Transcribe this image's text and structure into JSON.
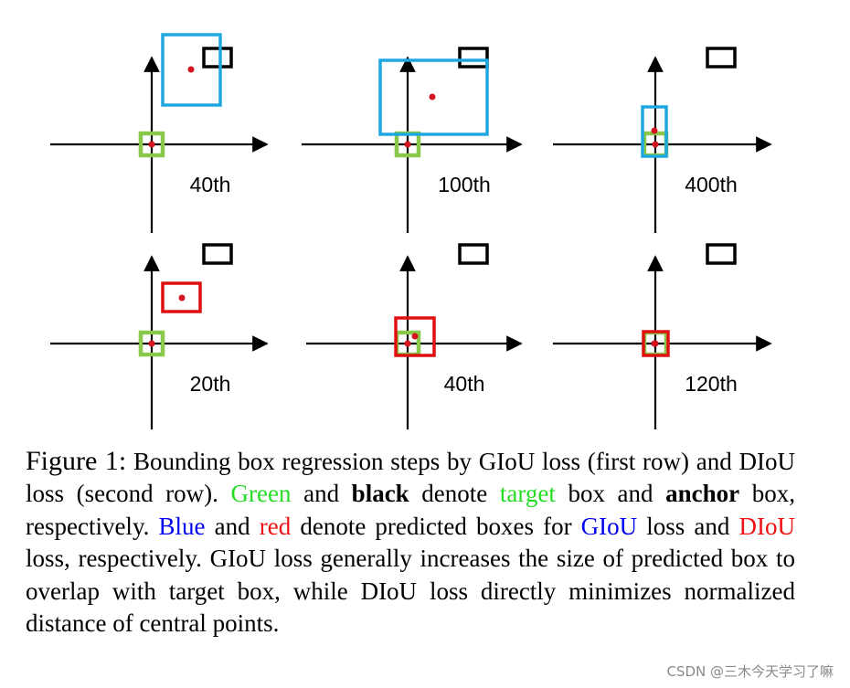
{
  "panels": [
    {
      "step": "40th",
      "pred_color": "#1fa8e0",
      "row": "giou"
    },
    {
      "step": "100th",
      "pred_color": "#1fa8e0",
      "row": "giou"
    },
    {
      "step": "400th",
      "pred_color": "#1fa8e0",
      "row": "giou"
    },
    {
      "step": "20th",
      "pred_color": "#e01010",
      "row": "diou"
    },
    {
      "step": "40th",
      "pred_color": "#e01010",
      "row": "diou"
    },
    {
      "step": "120th",
      "pred_color": "#e01010",
      "row": "diou"
    }
  ],
  "colors": {
    "target": "#88c84a",
    "anchor": "#000000",
    "center_dot": "#d4141e",
    "green_text": "#22dd22",
    "blue_text": "#0000ee",
    "red_text": "#ee1111"
  },
  "caption": {
    "fig": "Figure 1:",
    "t1": " Bounding box regression steps by GIoU loss (first row) and DIoU loss (second row). ",
    "green": "Green",
    "t2": " and ",
    "black": "black",
    "t3": " denote ",
    "target": "target",
    "t4": " box and ",
    "anchor": "anchor",
    "t5": " box, respectively. ",
    "blue": "Blue",
    "t6": " and ",
    "red": "red",
    "t7": " denote predicted boxes for ",
    "giou": "GIoU",
    "t8": " loss and ",
    "diou": "DIoU",
    "t9": " loss, respectively. GIoU loss generally increases the size of predicted box to overlap with target box, while DIoU loss directly minimizes normalized distance of central points."
  },
  "watermark": "CSDN @三木今天学习了嘛"
}
